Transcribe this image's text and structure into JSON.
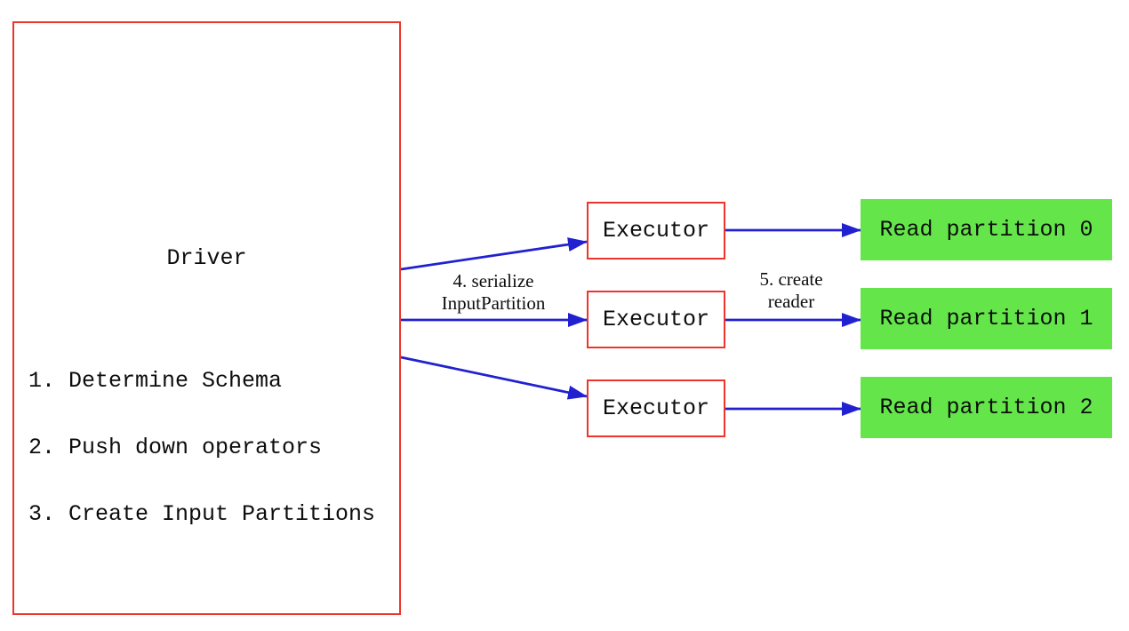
{
  "colors": {
    "box_border_red": "#ee352b",
    "arrow_blue": "#2121d1",
    "partition_green": "#64e64b",
    "text_black": "#0d0d0d",
    "background": "#ffffff"
  },
  "driver": {
    "title": "Driver",
    "steps": [
      "1. Determine Schema",
      "2. Push down operators",
      "3. Create Input Partitions"
    ]
  },
  "executors": [
    {
      "label": "Executor"
    },
    {
      "label": "Executor"
    },
    {
      "label": "Executor"
    }
  ],
  "partitions": [
    {
      "label": "Read partition 0"
    },
    {
      "label": "Read partition 1"
    },
    {
      "label": "Read partition 2"
    }
  ],
  "annotations": {
    "serialize": {
      "line1": "4. serialize",
      "line2": "InputPartition"
    },
    "create_reader": {
      "line1": "5. create",
      "line2": "reader"
    }
  }
}
